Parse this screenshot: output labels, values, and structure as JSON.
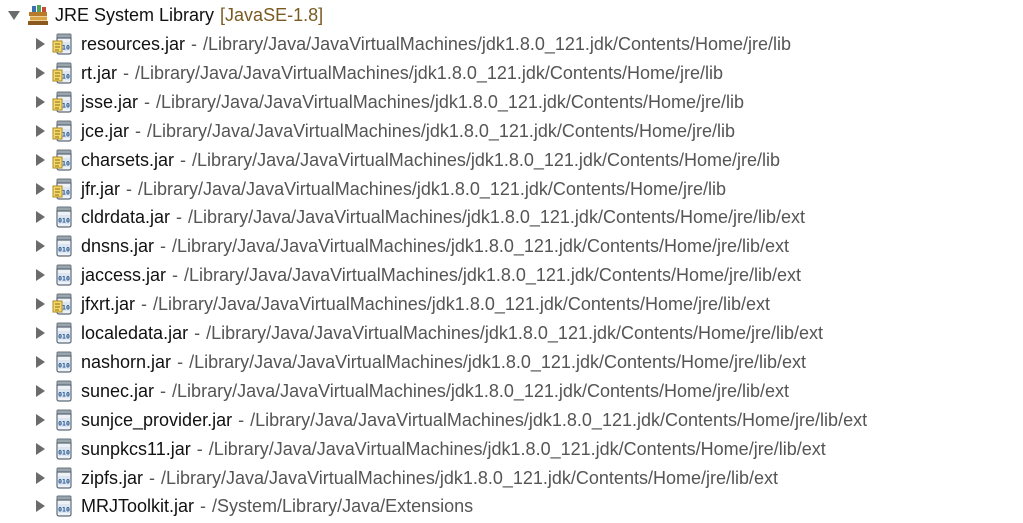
{
  "root": {
    "label": "JRE System Library",
    "qualifier": "[JavaSE-1.8]",
    "icon": "library-books-icon",
    "expanded": true
  },
  "separator": "-",
  "jars": [
    {
      "name": "resources.jar",
      "path": "/Library/Java/JavaVirtualMachines/jdk1.8.0_121.jdk/Contents/Home/jre/lib",
      "icon": "jar-source-icon"
    },
    {
      "name": "rt.jar",
      "path": "/Library/Java/JavaVirtualMachines/jdk1.8.0_121.jdk/Contents/Home/jre/lib",
      "icon": "jar-source-icon"
    },
    {
      "name": "jsse.jar",
      "path": "/Library/Java/JavaVirtualMachines/jdk1.8.0_121.jdk/Contents/Home/jre/lib",
      "icon": "jar-source-icon"
    },
    {
      "name": "jce.jar",
      "path": "/Library/Java/JavaVirtualMachines/jdk1.8.0_121.jdk/Contents/Home/jre/lib",
      "icon": "jar-source-icon"
    },
    {
      "name": "charsets.jar",
      "path": "/Library/Java/JavaVirtualMachines/jdk1.8.0_121.jdk/Contents/Home/jre/lib",
      "icon": "jar-source-icon"
    },
    {
      "name": "jfr.jar",
      "path": "/Library/Java/JavaVirtualMachines/jdk1.8.0_121.jdk/Contents/Home/jre/lib",
      "icon": "jar-source-icon"
    },
    {
      "name": "cldrdata.jar",
      "path": "/Library/Java/JavaVirtualMachines/jdk1.8.0_121.jdk/Contents/Home/jre/lib/ext",
      "icon": "jar-binary-icon"
    },
    {
      "name": "dnsns.jar",
      "path": "/Library/Java/JavaVirtualMachines/jdk1.8.0_121.jdk/Contents/Home/jre/lib/ext",
      "icon": "jar-binary-icon"
    },
    {
      "name": "jaccess.jar",
      "path": "/Library/Java/JavaVirtualMachines/jdk1.8.0_121.jdk/Contents/Home/jre/lib/ext",
      "icon": "jar-binary-icon"
    },
    {
      "name": "jfxrt.jar",
      "path": "/Library/Java/JavaVirtualMachines/jdk1.8.0_121.jdk/Contents/Home/jre/lib/ext",
      "icon": "jar-source-icon"
    },
    {
      "name": "localedata.jar",
      "path": "/Library/Java/JavaVirtualMachines/jdk1.8.0_121.jdk/Contents/Home/jre/lib/ext",
      "icon": "jar-binary-icon"
    },
    {
      "name": "nashorn.jar",
      "path": "/Library/Java/JavaVirtualMachines/jdk1.8.0_121.jdk/Contents/Home/jre/lib/ext",
      "icon": "jar-binary-icon"
    },
    {
      "name": "sunec.jar",
      "path": "/Library/Java/JavaVirtualMachines/jdk1.8.0_121.jdk/Contents/Home/jre/lib/ext",
      "icon": "jar-binary-icon"
    },
    {
      "name": "sunjce_provider.jar",
      "path": "/Library/Java/JavaVirtualMachines/jdk1.8.0_121.jdk/Contents/Home/jre/lib/ext",
      "icon": "jar-binary-icon"
    },
    {
      "name": "sunpkcs11.jar",
      "path": "/Library/Java/JavaVirtualMachines/jdk1.8.0_121.jdk/Contents/Home/jre/lib/ext",
      "icon": "jar-binary-icon"
    },
    {
      "name": "zipfs.jar",
      "path": "/Library/Java/JavaVirtualMachines/jdk1.8.0_121.jdk/Contents/Home/jre/lib/ext",
      "icon": "jar-binary-icon"
    },
    {
      "name": "MRJToolkit.jar",
      "path": "/System/Library/Java/Extensions",
      "icon": "jar-binary-icon"
    }
  ]
}
